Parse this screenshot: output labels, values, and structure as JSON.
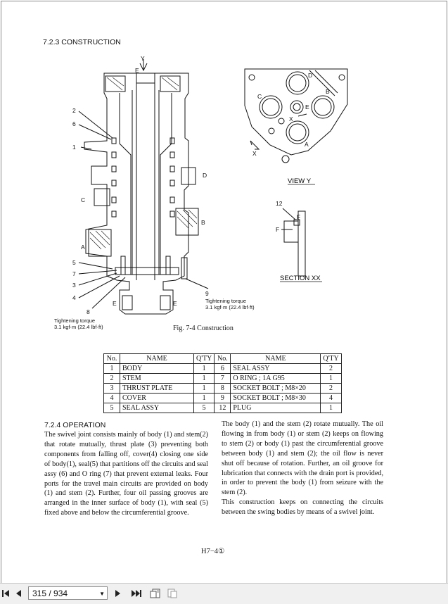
{
  "document": {
    "section_construction_title": "7.2.3  CONSTRUCTION",
    "figure_caption": "Fig. 7-4   Construction",
    "view_label": "VIEW   Y",
    "section_label": "SECTION   XX",
    "torque_note_left": [
      "Tightening torque",
      "3.1 kgf·m (22.4 lbf·ft)"
    ],
    "torque_note_right": [
      "Tightening torque",
      "3.1 kgf·m (22.4 lbf·ft)"
    ],
    "callouts": {
      "y": "Y",
      "e": "E",
      "d": "D",
      "c": "C",
      "b": "B",
      "a": "A",
      "x": "X",
      "f": "F",
      "n1": "1",
      "n2": "2",
      "n3": "3",
      "n4": "4",
      "n5": "5",
      "n6": "6",
      "n7": "7",
      "n8": "8",
      "n9": "9",
      "n12": "12"
    },
    "parts_table": {
      "headers": [
        "No.",
        "NAME",
        "Q'TY",
        "No.",
        "NAME",
        "Q'TY"
      ],
      "rows": [
        [
          "1",
          "BODY",
          "1",
          "6",
          "SEAL ASSY",
          "2"
        ],
        [
          "2",
          "STEM",
          "1",
          "7",
          "O RING ; 1A   G95",
          "1"
        ],
        [
          "3",
          "THRUST PLATE",
          "1",
          "8",
          "SOCKET BOLT ; M8×20",
          "2"
        ],
        [
          "4",
          "COVER",
          "1",
          "9",
          "SOCKET BOLT ; M8×30",
          "4"
        ],
        [
          "5",
          "SEAL ASSY",
          "5",
          "12",
          "PLUG",
          "1"
        ]
      ]
    },
    "section_operation_title": "7.2.4  OPERATION",
    "operation_left": "The swivel joint consists mainly of body (1) and stem(2) that rotate mutually, thrust plate (3) preventing both components from falling off, cover(4) closing one side of body(1), seal(5) that partitions off the circuits and seal assy (6) and O ring (7) that prevent external leaks. Four ports for the travel main circuits are provided on body (1) and stem (2). Further, four oil passing grooves are arranged in the inner surface of body (1), with seal (5) fixed above and below the circumferential groove.",
    "operation_right_p1": "The body (1) and the stem (2) rotate mutually. The oil flowing in from body (1) or stem (2) keeps on flowing to stem (2) or body (1) past the circumferential groove between body (1) and stem (2); the oil flow is never shut off because of rotation. Further, an oil groove for lubrication that connects with the drain port is provided, in order to prevent the body (1) from seizure with the stem (2).",
    "operation_right_p2": "This construction keeps on connecting the circuits between the swing bodies by means of a swivel joint.",
    "page_number": "H7−4①"
  },
  "viewer": {
    "page_indicator": "315 / 934",
    "icons": [
      "first-page-icon",
      "previous-page-icon",
      "next-page-icon",
      "last-page-icon",
      "fit-page-icon",
      "fit-width-icon"
    ]
  }
}
